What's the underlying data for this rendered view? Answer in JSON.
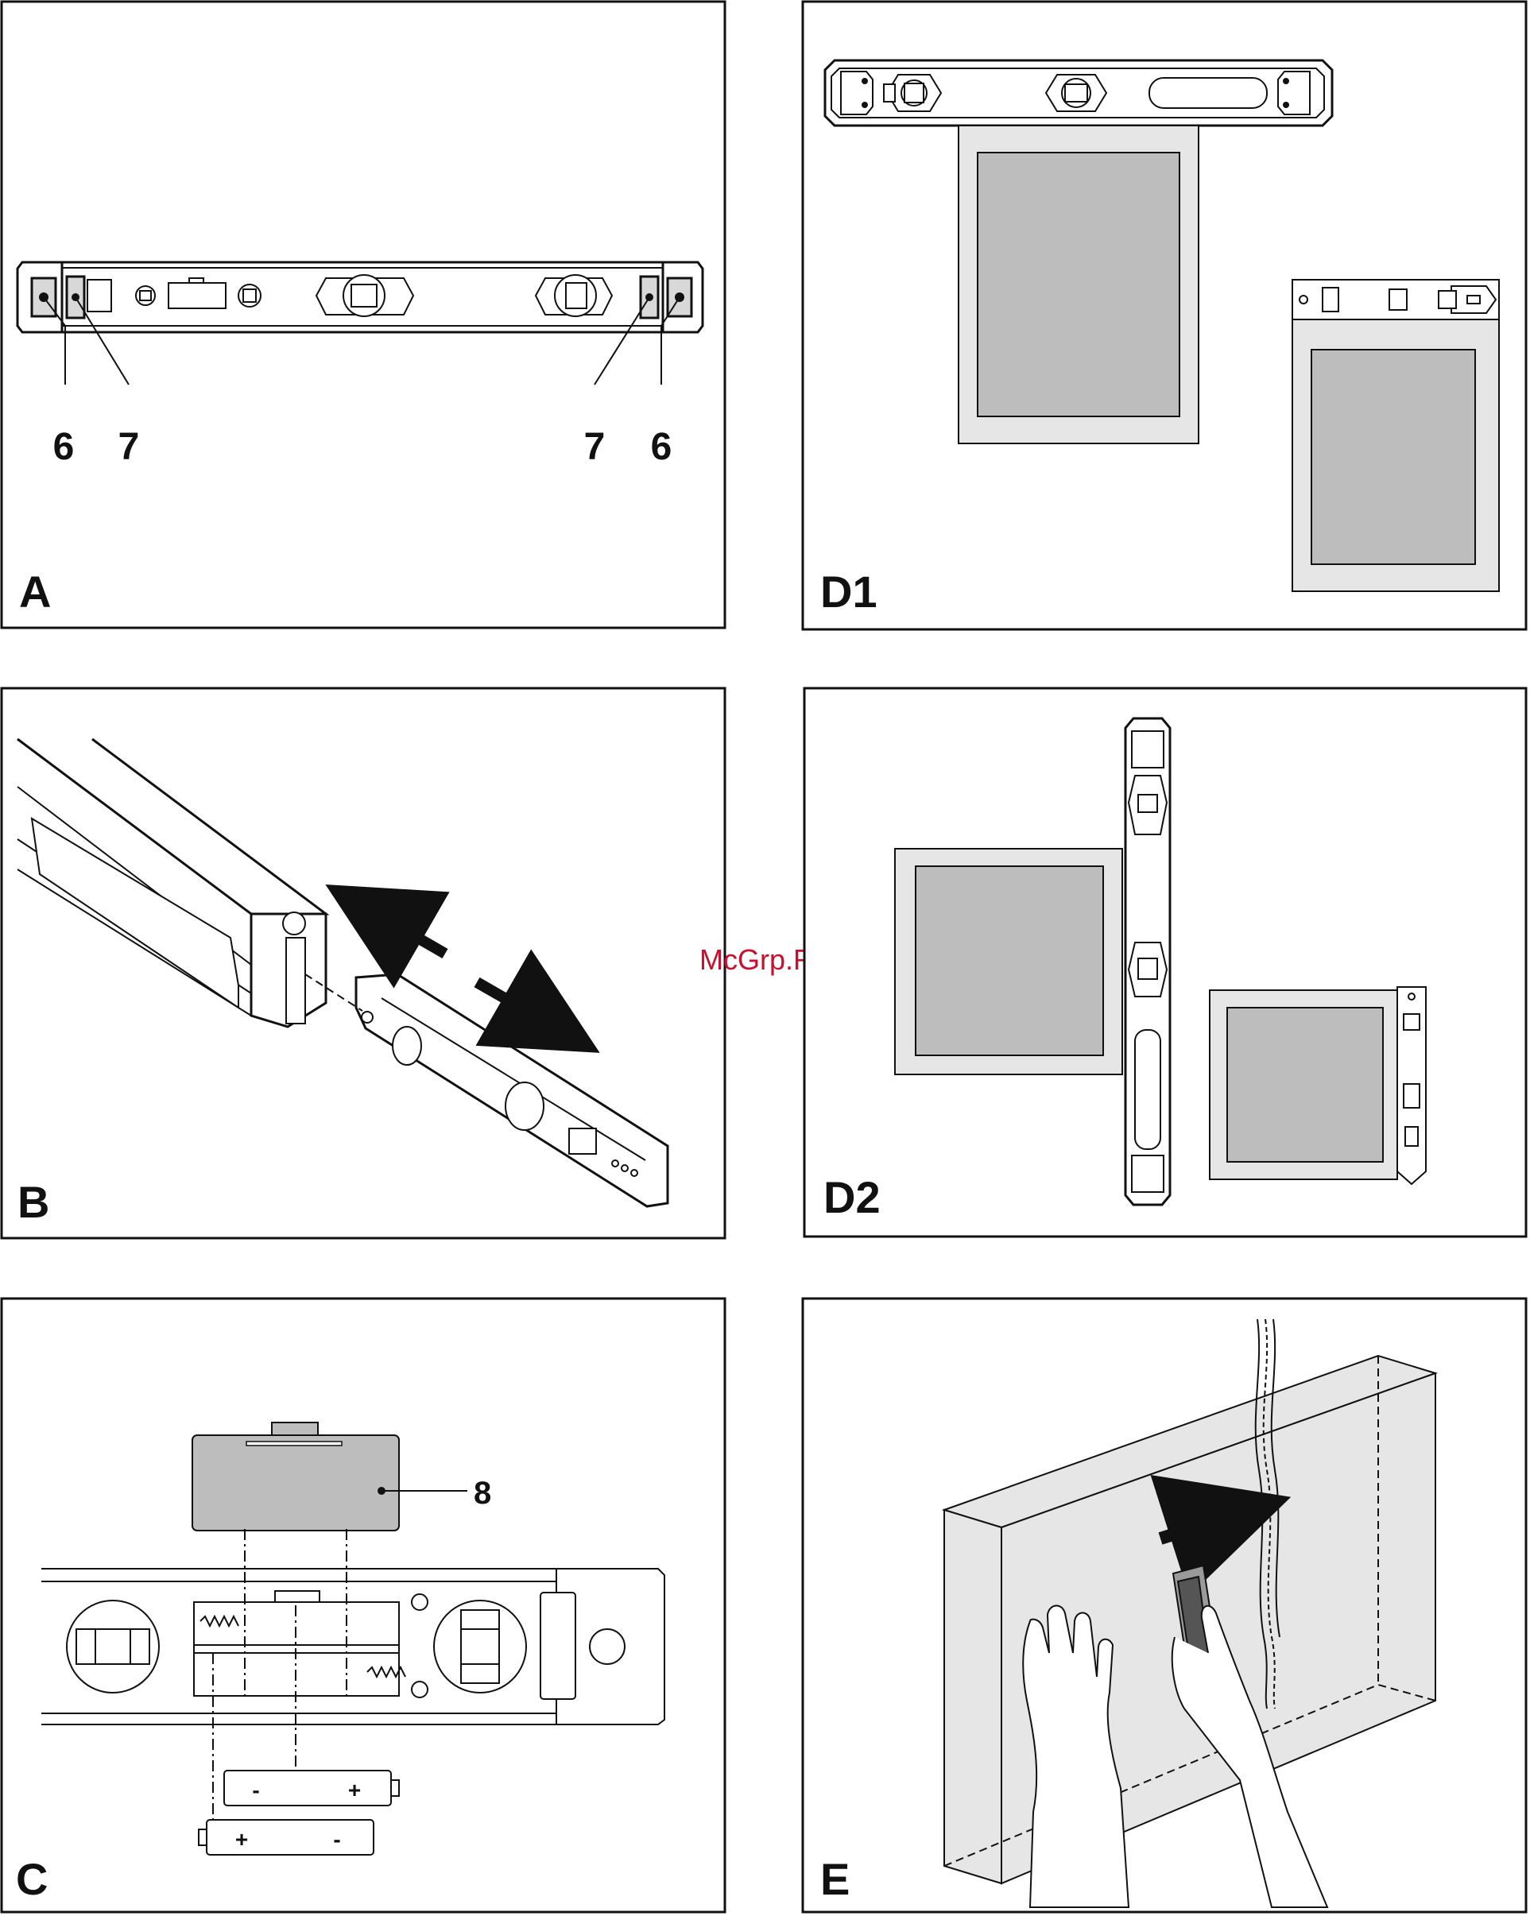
{
  "watermark": "McGrp.Ru",
  "panels": {
    "A": {
      "label": "A",
      "callouts": [
        "6",
        "7",
        "7",
        "6"
      ]
    },
    "B": {
      "label": "B"
    },
    "C": {
      "label": "C",
      "callouts": [
        "8"
      ],
      "battery_top": {
        "minus": "-",
        "plus": "+"
      },
      "battery_bottom": {
        "plus": "+",
        "minus": "-"
      }
    },
    "D1": {
      "label": "D1"
    },
    "D2": {
      "label": "D2"
    },
    "E": {
      "label": "E"
    }
  },
  "colors": {
    "line": "#111111",
    "frame_fill": "#e6e6e6",
    "picture_fill": "#bdbdbd",
    "watermark": "#c8102e"
  }
}
